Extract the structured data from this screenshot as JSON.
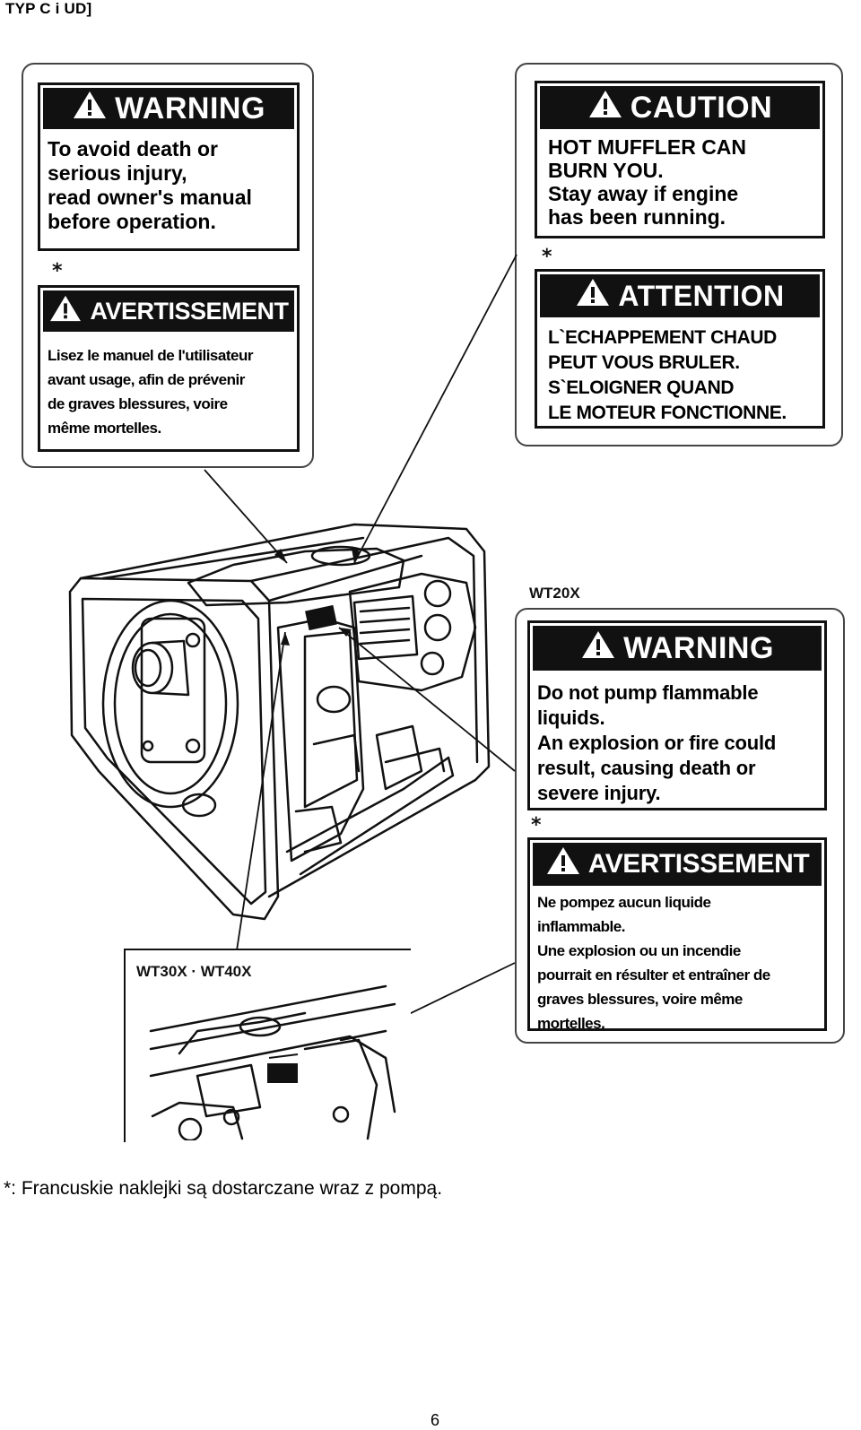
{
  "header": {
    "title": "TYP C i UD]"
  },
  "labels": {
    "warning_en": {
      "heading": "WARNING",
      "body": "To avoid death or\nserious injury,\nread owner's manual\nbefore operation."
    },
    "avertissement_fr": {
      "heading": "AVERTISSEMENT",
      "body": "Lisez le manuel de l'utilisateur\navant usage, afin de prévenir\nde graves blessures, voire\nmême mortelles."
    },
    "caution_en": {
      "heading": "CAUTION",
      "body": "HOT MUFFLER CAN\nBURN YOU.\nStay away if engine\nhas been running."
    },
    "attention_fr": {
      "heading": "ATTENTION",
      "body": "L`ECHAPPEMENT CHAUD\nPEUT VOUS BRULER.\nS`ELOIGNER QUAND\nLE MOTEUR FONCTIONNE."
    },
    "warning_pump_en": {
      "heading": "WARNING",
      "body": "Do not pump flammable\nliquids.\nAn explosion or fire could\nresult, causing death or\nsevere injury."
    },
    "avertissement_pump_fr": {
      "heading": "AVERTISSEMENT",
      "body": "Ne pompez aucun liquide\ninflammable.\nUne explosion ou un incendie\npourrait en résulter et entraîner de\ngraves blessures, voire même\nmortelles."
    }
  },
  "markers": {
    "french_star": "*"
  },
  "models": {
    "wt20x": "WT20X",
    "wt30x_wt40x": "WT30X · WT40X"
  },
  "footnote": "*: Francuskie naklejki są dostarczane wraz z pompą.",
  "page_number": "6",
  "icons": {
    "warning_triangle": "warning-triangle-icon"
  }
}
